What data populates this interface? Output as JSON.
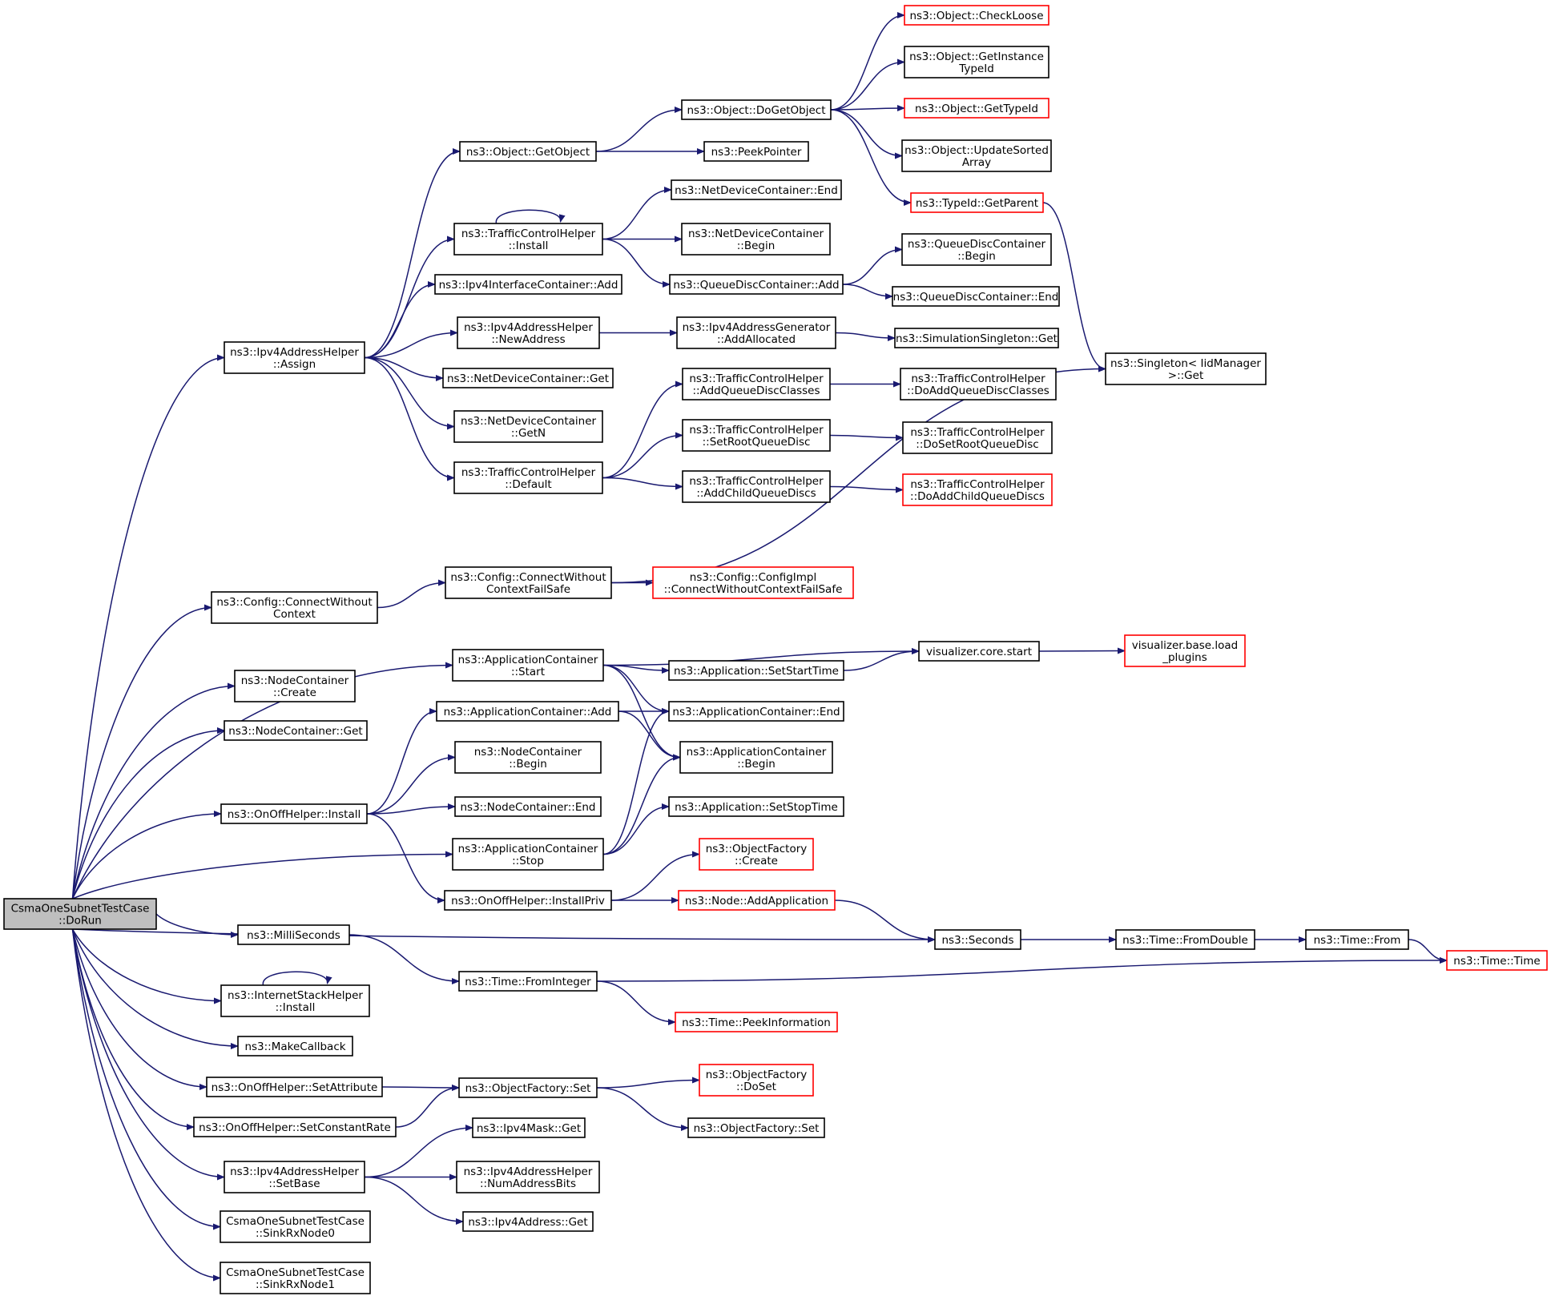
{
  "nodes": {
    "root": {
      "lines": [
        "CsmaOneSubnetTestCase",
        "::DoRun"
      ],
      "truncated": false
    },
    "ipv4_assign": {
      "lines": [
        "ns3::Ipv4AddressHelper",
        "::Assign"
      ],
      "truncated": false
    },
    "connect_without_context": {
      "lines": [
        "ns3::Config::ConnectWithout",
        "Context"
      ],
      "truncated": false
    },
    "nc_create": {
      "lines": [
        "ns3::NodeContainer",
        "::Create"
      ],
      "truncated": false
    },
    "nc_get": {
      "lines": [
        "ns3::NodeContainer::Get"
      ],
      "truncated": false
    },
    "onoff_install": {
      "lines": [
        "ns3::OnOffHelper::Install"
      ],
      "truncated": false
    },
    "millis": {
      "lines": [
        "ns3::MilliSeconds"
      ],
      "truncated": false
    },
    "ish_install": {
      "lines": [
        "ns3::InternetStackHelper",
        "::Install"
      ],
      "truncated": false
    },
    "make_callback": {
      "lines": [
        "ns3::MakeCallback"
      ],
      "truncated": false
    },
    "onoff_setattr": {
      "lines": [
        "ns3::OnOffHelper::SetAttribute"
      ],
      "truncated": false
    },
    "onoff_setrate": {
      "lines": [
        "ns3::OnOffHelper::SetConstantRate"
      ],
      "truncated": false
    },
    "ipv4_setbase": {
      "lines": [
        "ns3::Ipv4AddressHelper",
        "::SetBase"
      ],
      "truncated": false
    },
    "sink0": {
      "lines": [
        "CsmaOneSubnetTestCase",
        "::SinkRxNode0"
      ],
      "truncated": false
    },
    "sink1": {
      "lines": [
        "CsmaOneSubnetTestCase",
        "::SinkRxNode1"
      ],
      "truncated": false
    },
    "object_getobject": {
      "lines": [
        "ns3::Object::GetObject"
      ],
      "truncated": false
    },
    "tch_install": {
      "lines": [
        "ns3::TrafficControlHelper",
        "::Install"
      ],
      "truncated": false
    },
    "ipv4ic_add": {
      "lines": [
        "ns3::Ipv4InterfaceContainer::Add"
      ],
      "truncated": false
    },
    "ipv4_newaddress": {
      "lines": [
        "ns3::Ipv4AddressHelper",
        "::NewAddress"
      ],
      "truncated": false
    },
    "ndc_get": {
      "lines": [
        "ns3::NetDeviceContainer::Get"
      ],
      "truncated": false
    },
    "ndc_getn": {
      "lines": [
        "ns3::NetDeviceContainer",
        "::GetN"
      ],
      "truncated": false
    },
    "tch_default": {
      "lines": [
        "ns3::TrafficControlHelper",
        "::Default"
      ],
      "truncated": false
    },
    "connect_failsafe": {
      "lines": [
        "ns3::Config::ConnectWithout",
        "ContextFailSafe"
      ],
      "truncated": false
    },
    "ac_start": {
      "lines": [
        "ns3::ApplicationContainer",
        "::Start"
      ],
      "truncated": false
    },
    "ac_add": {
      "lines": [
        "ns3::ApplicationContainer::Add"
      ],
      "truncated": false
    },
    "nc_begin": {
      "lines": [
        "ns3::NodeContainer",
        "::Begin"
      ],
      "truncated": false
    },
    "nc_end": {
      "lines": [
        "ns3::NodeContainer::End"
      ],
      "truncated": false
    },
    "ac_stop": {
      "lines": [
        "ns3::ApplicationContainer",
        "::Stop"
      ],
      "truncated": false
    },
    "onoff_installpriv": {
      "lines": [
        "ns3::OnOffHelper::InstallPriv"
      ],
      "truncated": false
    },
    "time_frominteger": {
      "lines": [
        "ns3::Time::FromInteger"
      ],
      "truncated": false
    },
    "objfactory_set": {
      "lines": [
        "ns3::ObjectFactory::Set"
      ],
      "truncated": false
    },
    "ipv4mask_get": {
      "lines": [
        "ns3::Ipv4Mask::Get"
      ],
      "truncated": false
    },
    "ipv4_numaddressbits": {
      "lines": [
        "ns3::Ipv4AddressHelper",
        "::NumAddressBits"
      ],
      "truncated": false
    },
    "ipv4address_get": {
      "lines": [
        "ns3::Ipv4Address::Get"
      ],
      "truncated": false
    },
    "object_dogetobject": {
      "lines": [
        "ns3::Object::DoGetObject"
      ],
      "truncated": false
    },
    "peekpointer": {
      "lines": [
        "ns3::PeekPointer"
      ],
      "truncated": false
    },
    "ndc_end": {
      "lines": [
        "ns3::NetDeviceContainer::End"
      ],
      "truncated": false
    },
    "ndc_begin": {
      "lines": [
        "ns3::NetDeviceContainer",
        "::Begin"
      ],
      "truncated": false
    },
    "qdc_add": {
      "lines": [
        "ns3::QueueDiscContainer::Add"
      ],
      "truncated": false
    },
    "ipv4gen_addallocated": {
      "lines": [
        "ns3::Ipv4AddressGenerator",
        "::AddAllocated"
      ],
      "truncated": false
    },
    "tch_addqdclasses": {
      "lines": [
        "ns3::TrafficControlHelper",
        "::AddQueueDiscClasses"
      ],
      "truncated": false
    },
    "tch_setroot": {
      "lines": [
        "ns3::TrafficControlHelper",
        "::SetRootQueueDisc"
      ],
      "truncated": false
    },
    "tch_addchild": {
      "lines": [
        "ns3::TrafficControlHelper",
        "::AddChildQueueDiscs"
      ],
      "truncated": false
    },
    "configimpl_connect": {
      "lines": [
        "ns3::Config::ConfigImpl",
        "::ConnectWithoutContextFailSafe"
      ],
      "truncated": true
    },
    "app_setstarttime": {
      "lines": [
        "ns3::Application::SetStartTime"
      ],
      "truncated": false
    },
    "ac_end": {
      "lines": [
        "ns3::ApplicationContainer::End"
      ],
      "truncated": false
    },
    "ac_begin": {
      "lines": [
        "ns3::ApplicationContainer",
        "::Begin"
      ],
      "truncated": false
    },
    "app_setstoptime": {
      "lines": [
        "ns3::Application::SetStopTime"
      ],
      "truncated": false
    },
    "objfactory_create": {
      "lines": [
        "ns3::ObjectFactory",
        "::Create"
      ],
      "truncated": true
    },
    "node_addapp": {
      "lines": [
        "ns3::Node::AddApplication"
      ],
      "truncated": true
    },
    "time_peekinfo": {
      "lines": [
        "ns3::Time::PeekInformation"
      ],
      "truncated": true
    },
    "objfactory_doset": {
      "lines": [
        "ns3::ObjectFactory",
        "::DoSet"
      ],
      "truncated": true
    },
    "objfactory_set2": {
      "lines": [
        "ns3::ObjectFactory::Set"
      ],
      "truncated": false
    },
    "object_checkloose": {
      "lines": [
        "ns3::Object::CheckLoose"
      ],
      "truncated": true
    },
    "object_getinstancetypeid": {
      "lines": [
        "ns3::Object::GetInstance",
        "TypeId"
      ],
      "truncated": false
    },
    "object_gettypeid": {
      "lines": [
        "ns3::Object::GetTypeId"
      ],
      "truncated": true
    },
    "object_updatesorted": {
      "lines": [
        "ns3::Object::UpdateSorted",
        "Array"
      ],
      "truncated": false
    },
    "typeid_getparent": {
      "lines": [
        "ns3::TypeId::GetParent"
      ],
      "truncated": true
    },
    "qdc_begin": {
      "lines": [
        "ns3::QueueDiscContainer",
        "::Begin"
      ],
      "truncated": false
    },
    "qdc_end": {
      "lines": [
        "ns3::QueueDiscContainer::End"
      ],
      "truncated": false
    },
    "simsingleton_get": {
      "lines": [
        "ns3::SimulationSingleton::Get"
      ],
      "truncated": false
    },
    "tch_doaddqdclasses": {
      "lines": [
        "ns3::TrafficControlHelper",
        "::DoAddQueueDiscClasses"
      ],
      "truncated": false
    },
    "tch_dosetroot": {
      "lines": [
        "ns3::TrafficControlHelper",
        "::DoSetRootQueueDisc"
      ],
      "truncated": false
    },
    "tch_doaddchild": {
      "lines": [
        "ns3::TrafficControlHelper",
        "::DoAddChildQueueDiscs"
      ],
      "truncated": true
    },
    "vis_core_start": {
      "lines": [
        "visualizer.core.start"
      ],
      "truncated": false
    },
    "seconds": {
      "lines": [
        "ns3::Seconds"
      ],
      "truncated": false
    },
    "singleton_get": {
      "lines": [
        "ns3::Singleton< IidManager",
        " >::Get"
      ],
      "truncated": false
    },
    "vis_base_load": {
      "lines": [
        "visualizer.base.load",
        "_plugins"
      ],
      "truncated": true
    },
    "time_fromdouble": {
      "lines": [
        "ns3::Time::FromDouble"
      ],
      "truncated": false
    },
    "time_from": {
      "lines": [
        "ns3::Time::From"
      ],
      "truncated": false
    },
    "time_time": {
      "lines": [
        "ns3::Time::Time"
      ],
      "truncated": true
    }
  },
  "edges": [
    [
      "root",
      "ipv4_assign"
    ],
    [
      "root",
      "connect_without_context"
    ],
    [
      "root",
      "nc_create"
    ],
    [
      "root",
      "nc_get"
    ],
    [
      "root",
      "ac_start"
    ],
    [
      "root",
      "onoff_install"
    ],
    [
      "root",
      "ac_stop"
    ],
    [
      "root",
      "seconds"
    ],
    [
      "root",
      "millis"
    ],
    [
      "root",
      "ish_install"
    ],
    [
      "root",
      "make_callback"
    ],
    [
      "root",
      "onoff_setattr"
    ],
    [
      "root",
      "onoff_setrate"
    ],
    [
      "root",
      "ipv4_setbase"
    ],
    [
      "root",
      "sink0"
    ],
    [
      "root",
      "sink1"
    ],
    [
      "ipv4_assign",
      "object_getobject"
    ],
    [
      "ipv4_assign",
      "tch_install"
    ],
    [
      "ipv4_assign",
      "ipv4ic_add"
    ],
    [
      "ipv4_assign",
      "ipv4_newaddress"
    ],
    [
      "ipv4_assign",
      "ndc_get"
    ],
    [
      "ipv4_assign",
      "ndc_getn"
    ],
    [
      "ipv4_assign",
      "tch_default"
    ],
    [
      "object_getobject",
      "object_dogetobject"
    ],
    [
      "object_getobject",
      "peekpointer"
    ],
    [
      "object_dogetobject",
      "object_checkloose"
    ],
    [
      "object_dogetobject",
      "object_getinstancetypeid"
    ],
    [
      "object_dogetobject",
      "object_gettypeid"
    ],
    [
      "object_dogetobject",
      "object_updatesorted"
    ],
    [
      "object_dogetobject",
      "typeid_getparent"
    ],
    [
      "typeid_getparent",
      "singleton_get"
    ],
    [
      "tch_install",
      "tch_install"
    ],
    [
      "tch_install",
      "ndc_end"
    ],
    [
      "tch_install",
      "ndc_begin"
    ],
    [
      "tch_install",
      "qdc_add"
    ],
    [
      "qdc_add",
      "qdc_begin"
    ],
    [
      "qdc_add",
      "qdc_end"
    ],
    [
      "ipv4_newaddress",
      "ipv4gen_addallocated"
    ],
    [
      "ipv4gen_addallocated",
      "simsingleton_get"
    ],
    [
      "tch_default",
      "tch_addqdclasses"
    ],
    [
      "tch_default",
      "tch_setroot"
    ],
    [
      "tch_default",
      "tch_addchild"
    ],
    [
      "tch_addqdclasses",
      "tch_doaddqdclasses"
    ],
    [
      "tch_setroot",
      "tch_dosetroot"
    ],
    [
      "tch_addchild",
      "tch_doaddchild"
    ],
    [
      "connect_without_context",
      "connect_failsafe"
    ],
    [
      "connect_failsafe",
      "configimpl_connect"
    ],
    [
      "connect_failsafe",
      "singleton_get"
    ],
    [
      "ac_start",
      "vis_core_start"
    ],
    [
      "ac_start",
      "app_setstarttime"
    ],
    [
      "ac_start",
      "ac_end"
    ],
    [
      "ac_start",
      "ac_begin"
    ],
    [
      "app_setstarttime",
      "vis_core_start"
    ],
    [
      "vis_core_start",
      "vis_base_load"
    ],
    [
      "ac_add",
      "ac_end"
    ],
    [
      "ac_add",
      "ac_begin"
    ],
    [
      "onoff_install",
      "ac_add"
    ],
    [
      "onoff_install",
      "nc_begin"
    ],
    [
      "onoff_install",
      "nc_end"
    ],
    [
      "onoff_install",
      "onoff_installpriv"
    ],
    [
      "ac_stop",
      "ac_end"
    ],
    [
      "ac_stop",
      "ac_begin"
    ],
    [
      "ac_stop",
      "app_setstoptime"
    ],
    [
      "onoff_installpriv",
      "objfactory_create"
    ],
    [
      "onoff_installpriv",
      "node_addapp"
    ],
    [
      "node_addapp",
      "seconds"
    ],
    [
      "seconds",
      "time_fromdouble"
    ],
    [
      "time_fromdouble",
      "time_from"
    ],
    [
      "time_from",
      "time_time"
    ],
    [
      "millis",
      "time_frominteger"
    ],
    [
      "time_frominteger",
      "time_time"
    ],
    [
      "time_frominteger",
      "time_peekinfo"
    ],
    [
      "ish_install",
      "ish_install"
    ],
    [
      "onoff_setattr",
      "objfactory_set"
    ],
    [
      "onoff_setrate",
      "objfactory_set"
    ],
    [
      "objfactory_set",
      "objfactory_doset"
    ],
    [
      "objfactory_set",
      "objfactory_set2"
    ],
    [
      "ipv4_setbase",
      "ipv4mask_get"
    ],
    [
      "ipv4_setbase",
      "ipv4_numaddressbits"
    ],
    [
      "ipv4_setbase",
      "ipv4address_get"
    ]
  ],
  "colors": {
    "edge": "#191970",
    "border": "#000000",
    "truncated_border": "#ff0000",
    "root_fill": "#bfbfbf",
    "fill": "#ffffff"
  }
}
